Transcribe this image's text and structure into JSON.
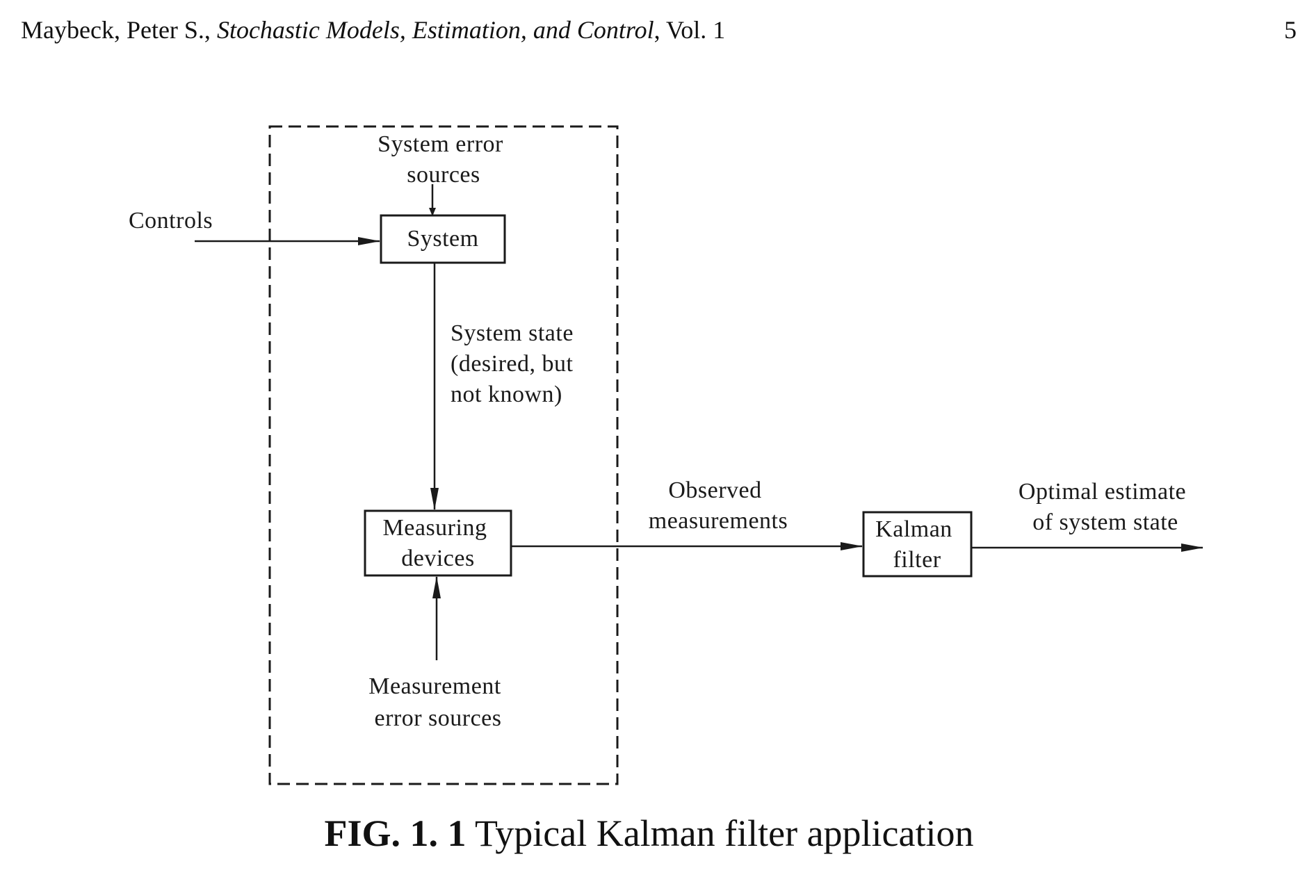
{
  "header": {
    "author": "Maybeck, Peter S.,",
    "book_title": "Stochastic Models, Estimation, and Control",
    "volume": ", Vol. 1",
    "page_number": "5"
  },
  "diagram": {
    "inputs": {
      "system_error_sources": [
        "System error",
        "sources"
      ],
      "controls": "Controls",
      "measurement_error_sources": [
        "Measurement",
        "error sources"
      ]
    },
    "blocks": {
      "system": "System",
      "measuring_devices": [
        "Measuring",
        "devices"
      ],
      "kalman_filter": [
        "Kalman",
        "filter"
      ]
    },
    "signals": {
      "system_state": [
        "System state",
        "(desired, but",
        "not known)"
      ],
      "observed_measurements": [
        "Observed",
        "measurements"
      ],
      "optimal_estimate": [
        "Optimal estimate",
        "of system state"
      ]
    }
  },
  "caption": {
    "figure_number": "FIG. 1. 1",
    "text": "Typical Kalman filter application"
  }
}
